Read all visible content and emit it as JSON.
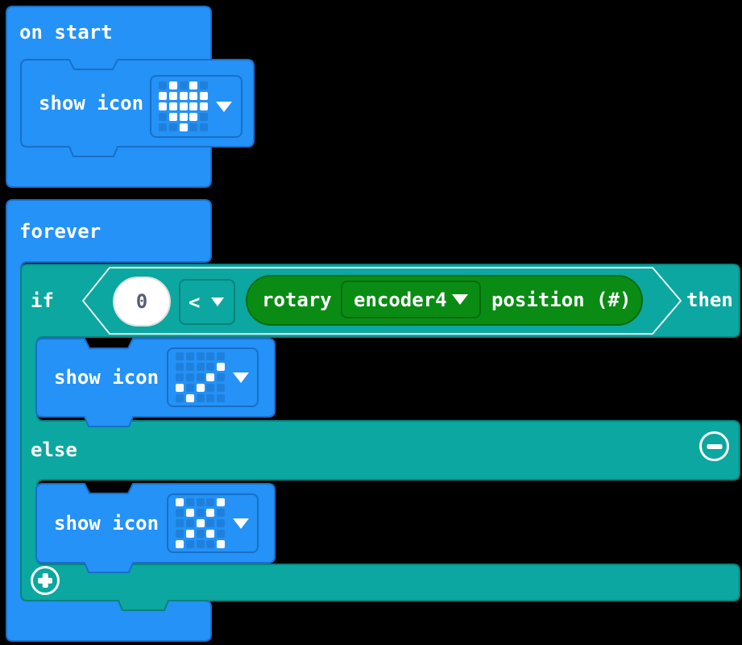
{
  "app": {
    "name": "MakeCode blocks workspace"
  },
  "palette": {
    "workspace_bg": "#000000",
    "basic_blue": "#2492F7",
    "basic_blue_border": "#1A6FC8",
    "led_off": "#1F80DC",
    "logic_teal": "#0BA7A0",
    "logic_teal_border": "#08837D",
    "extension_green": "#0A8C14",
    "extension_green_border": "#076B0F",
    "field_text": "#575E75",
    "white": "#FFFFFF"
  },
  "on_start": {
    "label": "on start",
    "show_icon": {
      "label": "show icon",
      "icon": "heart"
    }
  },
  "forever": {
    "label": "forever"
  },
  "if_block": {
    "if_label": "if",
    "then_label": "then",
    "else_label": "else",
    "condition": {
      "left_value": "0",
      "operator": "<",
      "right": {
        "prefix": "rotary",
        "selector": "encoder4",
        "suffix": "position (#)"
      }
    },
    "then_branch": {
      "show_icon": {
        "label": "show icon",
        "icon": "yes"
      }
    },
    "else_branch": {
      "show_icon": {
        "label": "show icon",
        "icon": "no"
      }
    }
  },
  "led_icons": {
    "heart": [
      "01010",
      "11111",
      "11111",
      "01110",
      "00100"
    ],
    "yes": [
      "00000",
      "00001",
      "00010",
      "10100",
      "01000"
    ],
    "no": [
      "10001",
      "01010",
      "00100",
      "01010",
      "10001"
    ]
  }
}
